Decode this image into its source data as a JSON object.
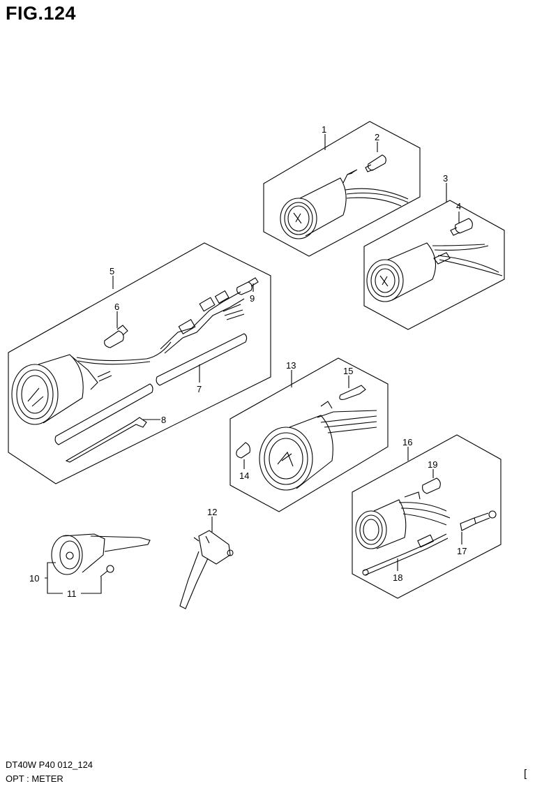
{
  "figure": {
    "title": "FIG.124",
    "code": "DT40W P40 012_124",
    "name": "OPT : METER",
    "corner_mark": "["
  },
  "callouts": [
    "1",
    "2",
    "3",
    "4",
    "5",
    "6",
    "7",
    "8",
    "9",
    "10",
    "11",
    "12",
    "13",
    "14",
    "15",
    "16",
    "17",
    "18",
    "19"
  ]
}
